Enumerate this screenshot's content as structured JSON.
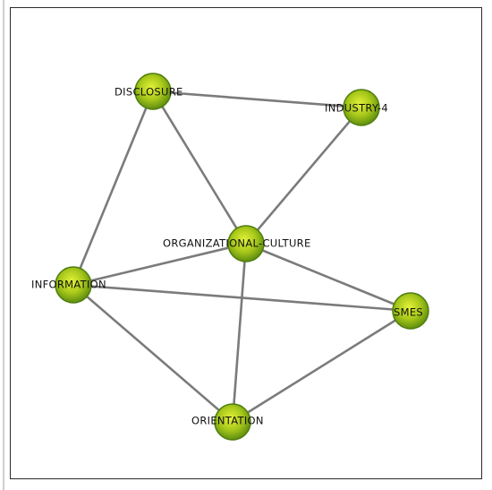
{
  "network": {
    "nodes": [
      {
        "id": "disclosure",
        "label": "DISCLOSURE"
      },
      {
        "id": "industry-4",
        "label": "INDUSTRY-4"
      },
      {
        "id": "organizational-culture",
        "label": "ORGANIZATIONAL-CULTURE"
      },
      {
        "id": "information",
        "label": "INFORMATION"
      },
      {
        "id": "smes",
        "label": "SMES"
      },
      {
        "id": "orientation",
        "label": "ORIENTATION"
      }
    ],
    "edges": [
      [
        "disclosure",
        "industry-4"
      ],
      [
        "disclosure",
        "organizational-culture"
      ],
      [
        "disclosure",
        "information"
      ],
      [
        "industry-4",
        "organizational-culture"
      ],
      [
        "organizational-culture",
        "information"
      ],
      [
        "organizational-culture",
        "smes"
      ],
      [
        "organizational-culture",
        "orientation"
      ],
      [
        "information",
        "smes"
      ],
      [
        "information",
        "orientation"
      ],
      [
        "orientation",
        "smes"
      ]
    ],
    "colors": {
      "node_fill_center": "#e2f23a",
      "node_fill_mid": "#a8c81a",
      "node_fill_edge": "#5f8e10",
      "node_stroke": "#4f7d0e",
      "edge": "#7b7b7b",
      "label": "#111111"
    }
  }
}
